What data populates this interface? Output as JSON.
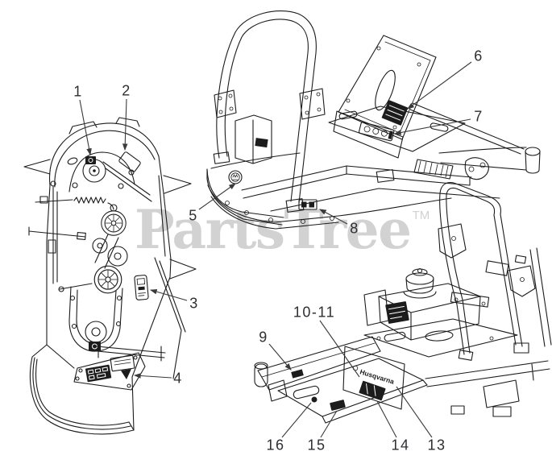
{
  "watermark": {
    "text": "PartsTree",
    "tm": "TM",
    "color": "#d2d2d2"
  },
  "art": {
    "line_color": "#1c1c1c",
    "callout_color": "#2e2e33"
  },
  "callouts": [
    {
      "label": "1"
    },
    {
      "label": "2"
    },
    {
      "label": "3"
    },
    {
      "label": "4"
    },
    {
      "label": "5"
    },
    {
      "label": "6"
    },
    {
      "label": "7"
    },
    {
      "label": "8"
    },
    {
      "label": "9"
    },
    {
      "label": "10-11"
    },
    {
      "label": "13"
    },
    {
      "label": "14"
    },
    {
      "label": "15"
    },
    {
      "label": "16"
    }
  ],
  "diagrams": {
    "bottom_frame": {
      "brand_decal": "Husqvarna"
    }
  }
}
